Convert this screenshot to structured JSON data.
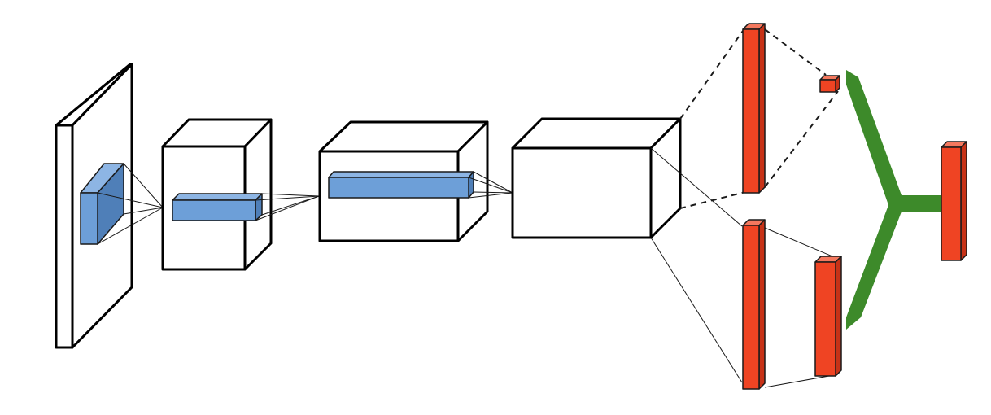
{
  "diagram": {
    "type": "cnn-architecture",
    "colors": {
      "outline": "#000000",
      "background": "#ffffff",
      "kernel_front": "#6d9fd8",
      "kernel_top": "#8db5e4",
      "kernel_side": "#4f7fb8",
      "vector_front": "#ef4423",
      "vector_top": "#f4785e",
      "vector_side": "#c73217",
      "merge_branch": "#3d8a2a"
    },
    "layers": [
      {
        "id": "input-plane",
        "kind": "feature-map"
      },
      {
        "id": "conv-volume-1",
        "kind": "feature-map"
      },
      {
        "id": "conv-volume-2",
        "kind": "feature-map"
      },
      {
        "id": "conv-volume-3",
        "kind": "feature-map"
      },
      {
        "id": "vector-top",
        "kind": "vector"
      },
      {
        "id": "vector-small",
        "kind": "vector"
      },
      {
        "id": "vector-bottom",
        "kind": "vector"
      },
      {
        "id": "vector-bottom-2",
        "kind": "vector"
      },
      {
        "id": "vector-output",
        "kind": "vector"
      }
    ]
  }
}
